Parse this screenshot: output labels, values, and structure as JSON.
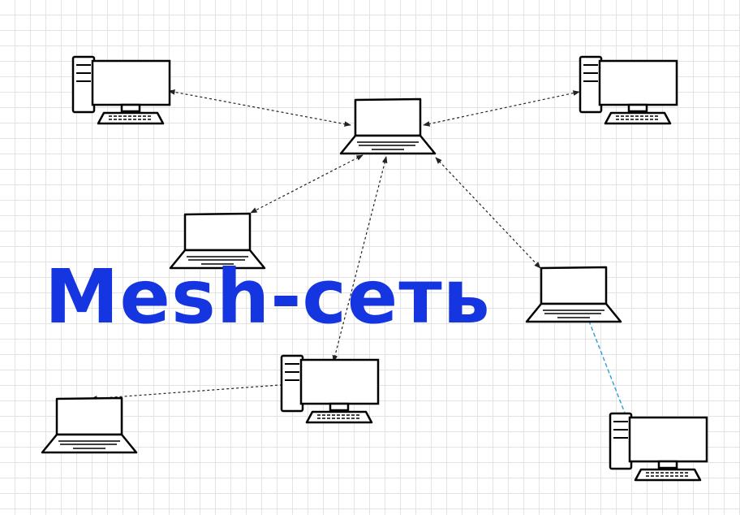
{
  "diagram": {
    "title": "Mesh-сеть",
    "accent_color": "#1435e0",
    "link_color": "#222222",
    "selected_link_color": "#2a9fd6",
    "nodes": [
      {
        "id": "desktop-top-left",
        "type": "desktop-icon"
      },
      {
        "id": "laptop-center-top",
        "type": "laptop-icon"
      },
      {
        "id": "desktop-top-right",
        "type": "desktop-icon"
      },
      {
        "id": "laptop-mid-left",
        "type": "laptop-icon"
      },
      {
        "id": "laptop-right",
        "type": "laptop-icon"
      },
      {
        "id": "desktop-center-bottom",
        "type": "desktop-icon"
      },
      {
        "id": "laptop-bottom-left",
        "type": "laptop-icon"
      },
      {
        "id": "desktop-bottom-right",
        "type": "desktop-icon"
      }
    ],
    "links": [
      {
        "from": "laptop-center-top",
        "to": "desktop-top-left",
        "style": "dashed-bidirectional"
      },
      {
        "from": "laptop-center-top",
        "to": "desktop-top-right",
        "style": "dashed-bidirectional"
      },
      {
        "from": "laptop-center-top",
        "to": "laptop-mid-left",
        "style": "dashed-bidirectional"
      },
      {
        "from": "laptop-center-top",
        "to": "desktop-center-bottom",
        "style": "dashed-bidirectional"
      },
      {
        "from": "laptop-center-top",
        "to": "laptop-right",
        "style": "dashed-bidirectional"
      },
      {
        "from": "desktop-center-bottom",
        "to": "laptop-bottom-left",
        "style": "dashed-bidirectional"
      },
      {
        "from": "laptop-right",
        "to": "desktop-bottom-right",
        "style": "selected-dashed"
      }
    ]
  }
}
